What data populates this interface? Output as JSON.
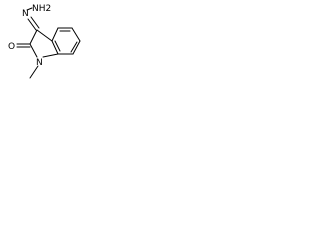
{
  "molecule": {
    "atoms": {
      "hydrazone_group": "NH2",
      "hydrazone_n": "N",
      "carbonyl_o": "O",
      "ring_n": "N"
    },
    "colors": {
      "line": "#000000",
      "background": "#ffffff"
    }
  }
}
